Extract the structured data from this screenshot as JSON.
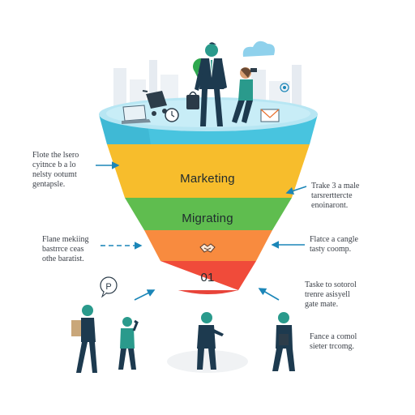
{
  "funnel": {
    "levels": [
      {
        "label": "Marketing",
        "color": "#f7bd2c"
      },
      {
        "label": "Migrating",
        "color": "#5fbd4f"
      },
      {
        "label": "",
        "icon": "handshake-icon",
        "color": "#f88b3f"
      },
      {
        "label": "01",
        "color": "#f04b3a"
      }
    ],
    "rim_color": "#48c4df",
    "rim_top_color": "#b7e6f3"
  },
  "notes": {
    "left_1": [
      "Flote the lsero",
      "cyitnce b a lo",
      "nelsty ootumt",
      "gentapsle."
    ],
    "right_1": [
      "Trake 3 a male",
      "tarsrerttercte",
      "enoinaront."
    ],
    "left_2": [
      "Flane mekiing",
      "bastrrce ceas",
      "othe baratist."
    ],
    "right_2": [
      "Flatce a cangle",
      "tasty coomp."
    ],
    "right_3": [
      "Taske to sotorol",
      "trenre asisyell",
      "gate mate."
    ],
    "right_4": [
      "Fance a comol",
      "sieter trcomg."
    ]
  },
  "icons": {
    "parking": "P",
    "pin": "@"
  },
  "colors": {
    "arrow": "#1b86b8",
    "figure_dark": "#1d3a4f",
    "figure_teal": "#2a9a8c",
    "skin": "#d9a074",
    "skyline": "#e9eef3"
  }
}
